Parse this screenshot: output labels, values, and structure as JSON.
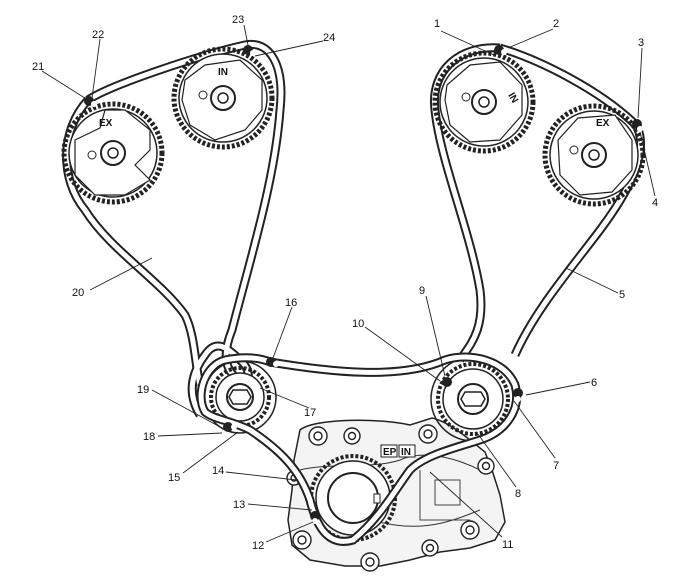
{
  "diagram": {
    "gear_labels": {
      "left_exhaust": "EX",
      "left_intake": "IN",
      "right_intake": "IN",
      "right_exhaust": "EX",
      "pump_ep": "EP",
      "pump_in": "IN"
    },
    "callouts": [
      "1",
      "2",
      "3",
      "4",
      "5",
      "6",
      "7",
      "8",
      "9",
      "10",
      "11",
      "12",
      "13",
      "14",
      "15",
      "16",
      "17",
      "18",
      "19",
      "20",
      "21",
      "22",
      "23",
      "24"
    ]
  }
}
